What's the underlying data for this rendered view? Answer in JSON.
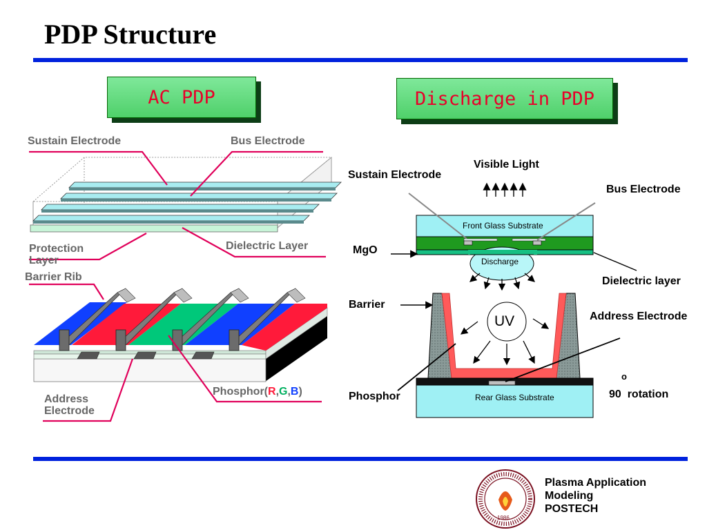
{
  "title": "PDP Structure",
  "left": {
    "header": "AC PDP",
    "labels": {
      "sustain_electrode": "Sustain Electrode",
      "bus_electrode": "Bus Electrode",
      "protection_layer": "Protection Layer",
      "dielectric_layer": "Dielectric Layer",
      "barrier_rib": "Barrier Rib",
      "address_electrode": "Address Electrode",
      "phosphor_prefix": "Phosphor(",
      "phosphor_r": "R",
      "phosphor_g": "G",
      "phosphor_b": "B",
      "phosphor_suffix": ")"
    }
  },
  "right": {
    "header": "Discharge in PDP",
    "labels": {
      "visible_light": "Visible Light",
      "sustain_electrode": "Sustain Electrode",
      "bus_electrode": "Bus Electrode",
      "front_glass": "Front Glass Substrate",
      "mgo": "MgO",
      "discharge": "Discharge",
      "dielectric_layer": "Dielectric layer",
      "barrier": "Barrier",
      "uv": "UV",
      "address_electrode": "Address Electrode",
      "rotation_degree": "o",
      "rotation": "90  rotation",
      "phosphor": "Phosphor",
      "rear_glass": "Rear Glass Substrate"
    }
  },
  "footer": {
    "line1": "Plasma Application",
    "line2": "Modeling",
    "line3": "POSTECH",
    "logo_year": "1986"
  },
  "colors": {
    "rule": "#0022dd",
    "header_text": "#e8002a",
    "header_green": "#5fdc78",
    "pointer": "#e0005a",
    "phosphor_red": "#ff1a3a",
    "phosphor_green": "#00c87a",
    "phosphor_blue": "#1040ff",
    "glass_cyan": "#9ff0f4",
    "dielectric_green": "#1f9a1f"
  }
}
